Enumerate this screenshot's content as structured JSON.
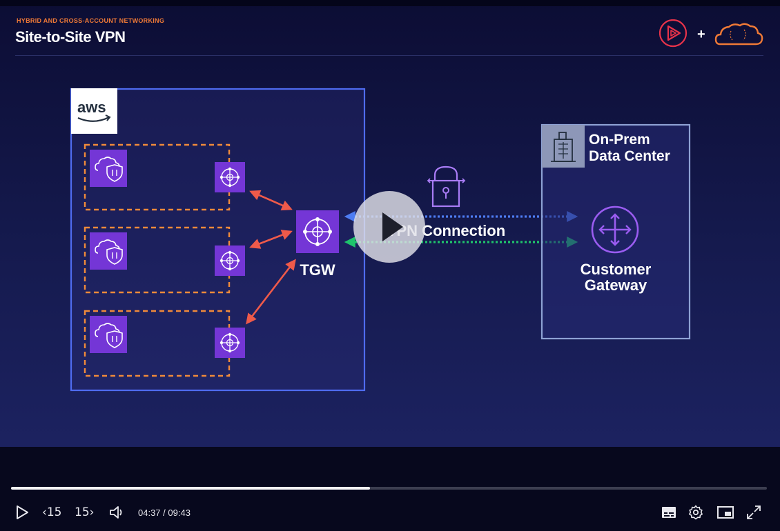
{
  "slide": {
    "kicker": "HYBRID AND CROSS-ACCOUNT NETWORKING",
    "title": "Site-to-Site VPN",
    "plus": "+"
  },
  "diagram": {
    "aws_logo_text": "aws",
    "tgw_label": "TGW",
    "vpn_label": "VPN Connection",
    "onprem_title_line1": "On-Prem",
    "onprem_title_line2": "Data Center",
    "cgw_line1": "Customer",
    "cgw_line2": "Gateway"
  },
  "player": {
    "current_time": "04:37",
    "separator": " / ",
    "duration": "09:43",
    "progress": 0.475,
    "skip_back_label": "15",
    "skip_forward_label": "15"
  },
  "icons": {
    "play": "play-icon",
    "volume": "volume-icon",
    "captions": "captions-icon",
    "settings": "gear-icon",
    "pip": "picture-in-picture-icon",
    "fullscreen": "fullscreen-icon"
  },
  "colors": {
    "accent_orange": "#f07a36",
    "aws_border": "#4f6cf0",
    "vpc_dash": "#f08a3a",
    "peer_arrow": "#ef5a4a",
    "vpn_blue": "#4d7cf2",
    "vpn_green": "#1fc46c",
    "icon_purple": "#7b3fe0"
  }
}
